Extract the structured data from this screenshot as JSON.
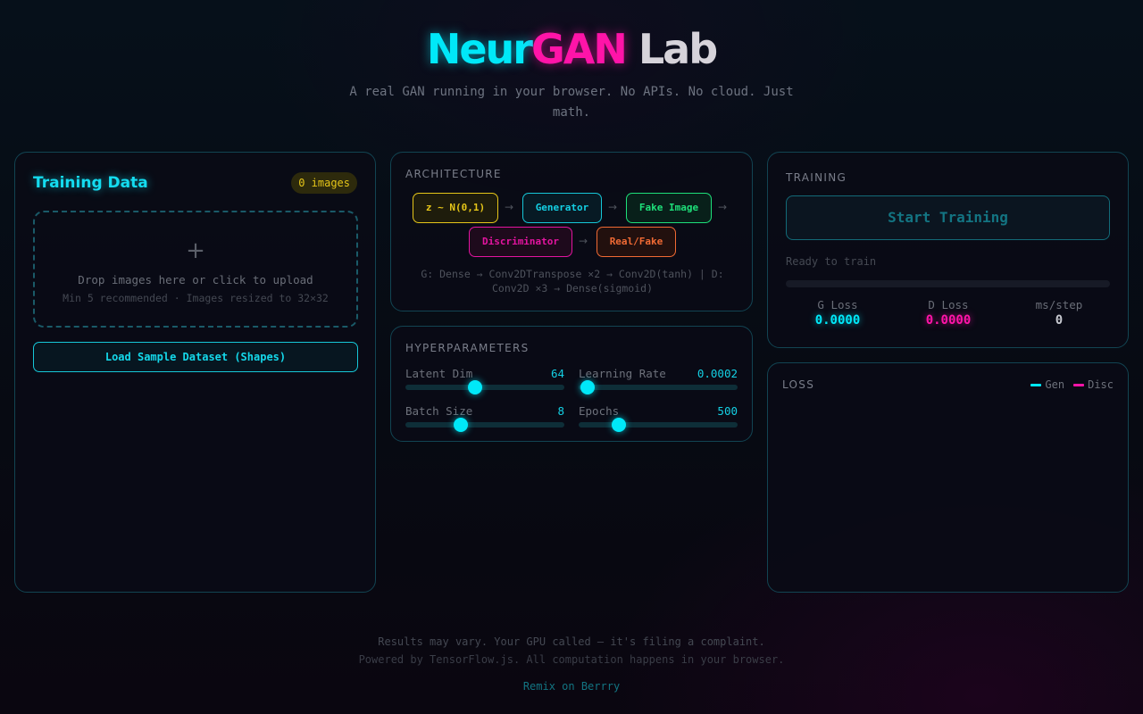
{
  "header": {
    "title_part1": "Neur",
    "title_part2": "GAN",
    "title_part3": "Lab",
    "subtitle": "A real GAN running in your browser. No APIs. No cloud. Just math."
  },
  "training_data": {
    "title": "Training Data",
    "image_count": "0 images",
    "dropzone_icon": "plus-icon",
    "dropzone_plus": "+",
    "dropzone_text": "Drop images here or click to upload",
    "dropzone_hint": "Min 5 recommended · Images resized to 32×32",
    "load_sample_label": "Load Sample Dataset (Shapes)"
  },
  "architecture": {
    "label": "ARCHITECTURE",
    "nodes": [
      {
        "label": "z ~ N(0,1)",
        "color": "#e6c619"
      },
      {
        "label": "Generator",
        "color": "#16c7d8"
      },
      {
        "label": "Fake Image",
        "color": "#1ee07a"
      },
      {
        "label": "Discriminator",
        "color": "#e414a0"
      },
      {
        "label": "Real/Fake",
        "color": "#f06a34"
      }
    ],
    "arrow": "→",
    "description": "G: Dense → Conv2DTranspose ×2 → Conv2D(tanh) | D: Conv2D ×3 → Dense(sigmoid)"
  },
  "hyperparameters": {
    "label": "HYPERPARAMETERS",
    "params": [
      {
        "label": "Latent Dim",
        "value": "64"
      },
      {
        "label": "Learning Rate",
        "value": "0.0002"
      },
      {
        "label": "Batch Size",
        "value": "8"
      },
      {
        "label": "Epochs",
        "value": "500"
      }
    ]
  },
  "training": {
    "label": "TRAINING",
    "start_label": "Start Training",
    "status": "Ready to train",
    "stats": [
      {
        "label": "G Loss",
        "value": "0.0000"
      },
      {
        "label": "D Loss",
        "value": "0.0000"
      },
      {
        "label": "ms/step",
        "value": "0"
      }
    ]
  },
  "loss": {
    "label": "LOSS",
    "legend": [
      {
        "label": "Gen",
        "color": "#00e8f8"
      },
      {
        "label": "Disc",
        "color": "#ff14a8"
      }
    ]
  },
  "footer": {
    "line1": "Results may vary. Your GPU called — it's filing a complaint.",
    "line2": "Powered by TensorFlow.js. All computation happens in your browser.",
    "link": "Remix on Berrry"
  },
  "colors": {
    "accent_cyan": "#00e8f8",
    "accent_magenta": "#ff14a8",
    "accent_yellow": "#e6c619",
    "accent_green": "#1ee07a",
    "accent_orange": "#f06a34"
  }
}
